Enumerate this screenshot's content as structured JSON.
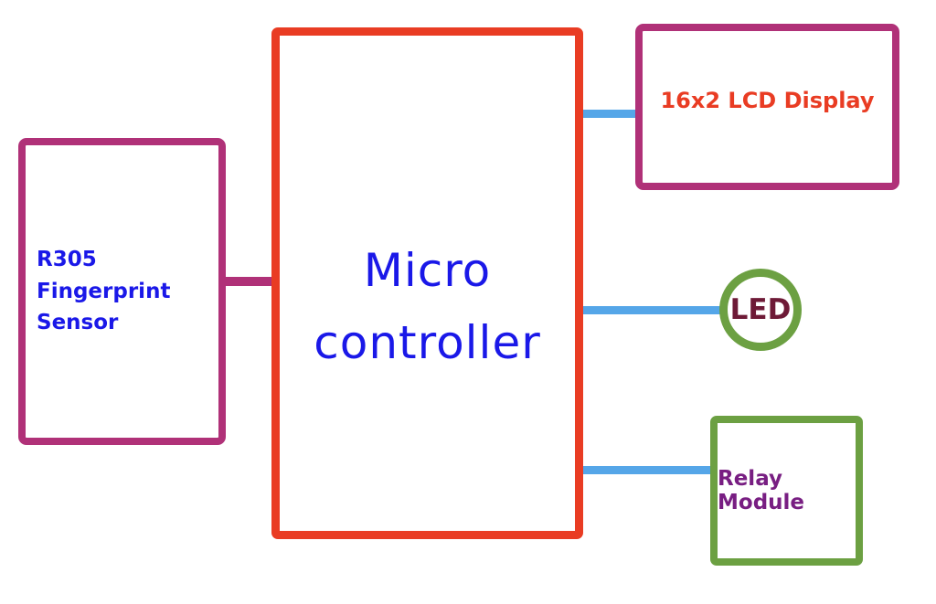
{
  "diagram": {
    "type": "block-diagram",
    "background_color": "#FFFFFF",
    "nodes": {
      "microcontroller": {
        "label_line1": "Micro",
        "label_line2": "controller",
        "shape": "rectangle",
        "border_color": "#E93C23",
        "text_color": "#1A18E8"
      },
      "fingerprint": {
        "label_line1": "R305",
        "label_line2": "Fingerprint Sensor",
        "shape": "rectangle",
        "border_color": "#B03178",
        "text_color": "#1A18E8"
      },
      "lcd": {
        "label": "16x2 LCD Display",
        "shape": "rectangle",
        "border_color": "#B03178",
        "text_color": "#E93C23"
      },
      "led": {
        "label": "LED",
        "shape": "circle",
        "border_color": "#6CA042",
        "text_color": "#6E1A37"
      },
      "relay": {
        "label": "Relay Module",
        "shape": "rectangle",
        "border_color": "#6CA042",
        "text_color": "#781E82"
      }
    },
    "connectors": [
      {
        "from": "fingerprint",
        "to": "microcontroller",
        "color": "#B03178",
        "style": "thick-rounded"
      },
      {
        "from": "microcontroller",
        "to": "lcd",
        "color": "#55A6E8",
        "style": "thick-rounded"
      },
      {
        "from": "microcontroller",
        "to": "led",
        "color": "#55A6E8",
        "style": "thick-rounded"
      },
      {
        "from": "microcontroller",
        "to": "relay",
        "color": "#55A6E8",
        "style": "thick-rounded"
      }
    ]
  }
}
